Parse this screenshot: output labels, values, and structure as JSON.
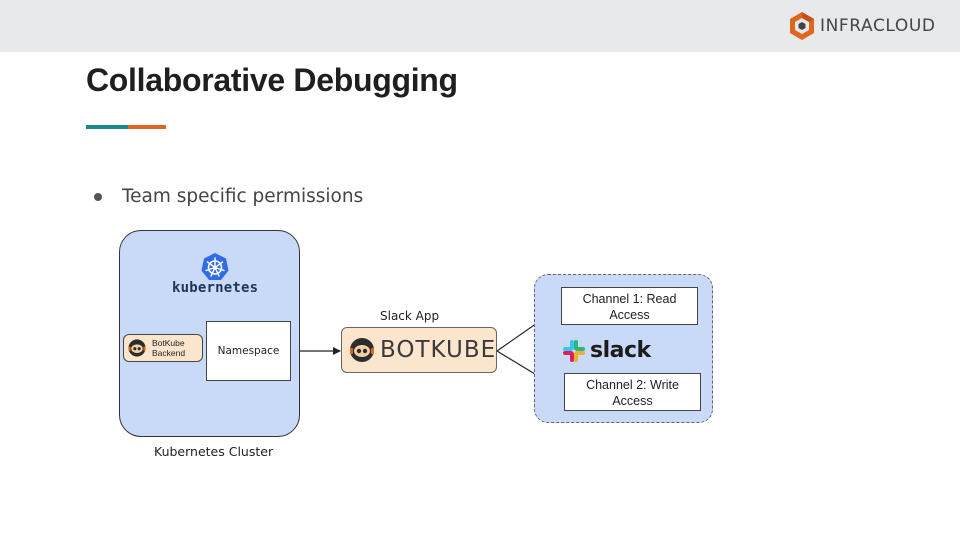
{
  "header": {
    "logo_text": "INFRACLOUD",
    "brand_colors": {
      "orange": "#e0651d",
      "teal": "#178a8a"
    }
  },
  "slide": {
    "title": "Collaborative Debugging",
    "bullets": [
      "Team specific permissions"
    ]
  },
  "diagram": {
    "cluster": {
      "label": "Kubernetes Cluster",
      "logo_word": "kubernetes",
      "fill_color": "#c9daf8"
    },
    "botkube_backend": {
      "line1": "BotKube",
      "line2": "Backend"
    },
    "namespace": {
      "label": "Namespace"
    },
    "slack_app": {
      "label": "Slack App",
      "logo_word": "BOTKUBE",
      "fill_color": "#fce5cd"
    },
    "slack_workspace": {
      "logo_word": "slack",
      "channels": [
        {
          "line1": "Channel 1: Read",
          "line2": "Access"
        },
        {
          "line1": "Channel 2: Write",
          "line2": "Access"
        }
      ]
    },
    "icons": [
      "infracloud-logo-icon",
      "kubernetes-wheel-icon",
      "botkube-mascot-icon",
      "slack-hash-icon"
    ]
  }
}
